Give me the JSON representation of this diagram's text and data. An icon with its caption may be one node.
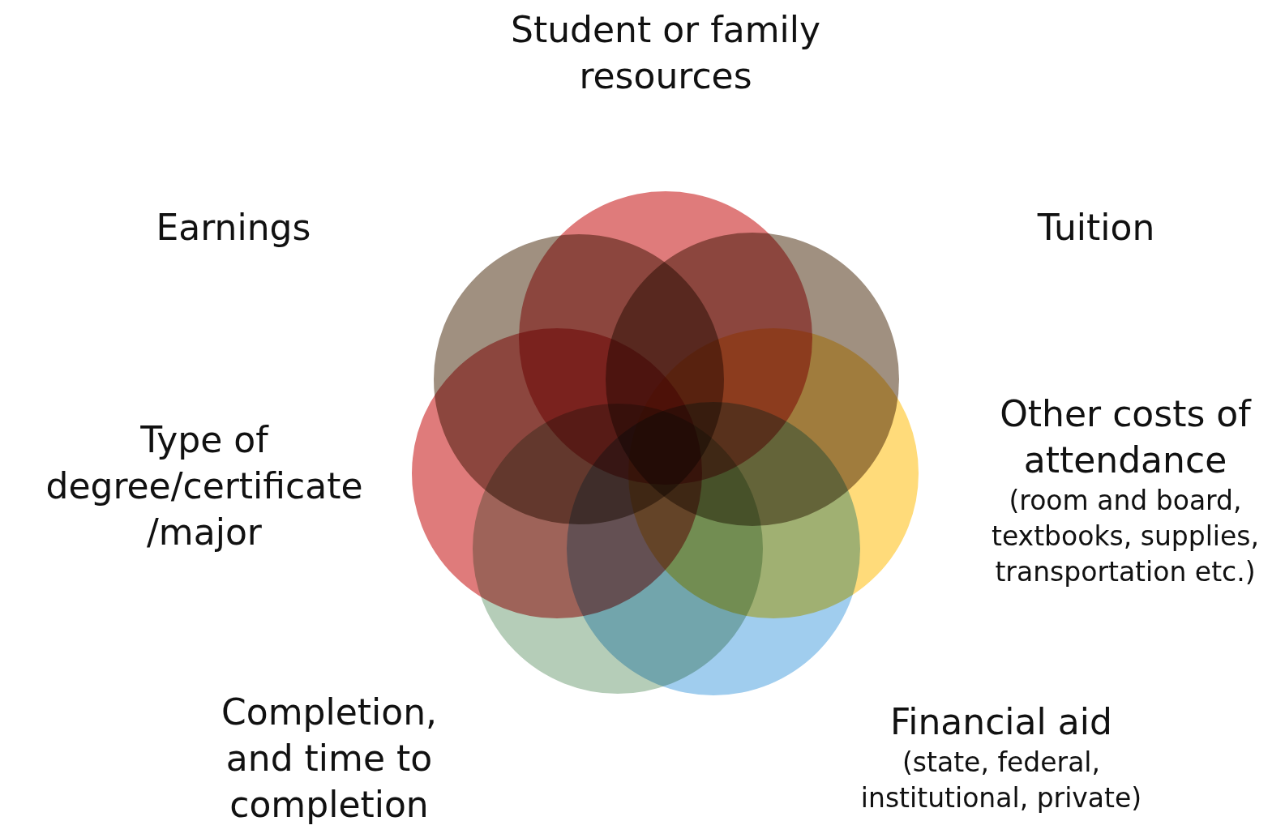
{
  "diagram": {
    "nodes": [
      {
        "text": [],
        "shape": "circle",
        "beside": [
          "Student or family resources"
        ]
      },
      {
        "text": [],
        "shape": "circle",
        "beside": [
          "Tuition"
        ]
      },
      {
        "text": [],
        "shape": "circle",
        "beside": [
          "Other costs of attendance",
          "(room and board, textbooks, supplies, transportation etc.)"
        ]
      },
      {
        "text": [],
        "shape": "circle",
        "beside": [
          "Financial aid",
          "(state, federal, institutional, private)"
        ]
      },
      {
        "text": [],
        "shape": "circle",
        "beside": [
          "Completion, and time to completion"
        ]
      },
      {
        "text": [],
        "shape": "circle",
        "beside": [
          "Type of degree/certificate /major"
        ]
      },
      {
        "text": [],
        "shape": "circle",
        "beside": [
          "Earnings"
        ]
      }
    ]
  }
}
